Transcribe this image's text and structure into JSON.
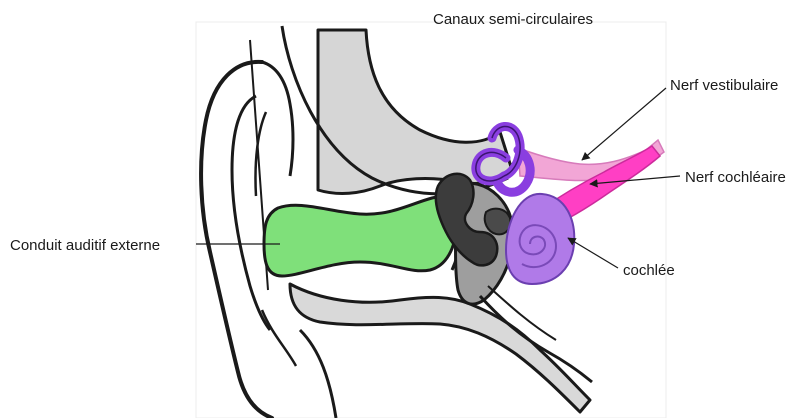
{
  "labels": {
    "canaux_semi_circulaires": "Canaux semi-circulaires",
    "nerf_vestibulaire": "Nerf vestibulaire",
    "nerf_cochleaire": "Nerf cochléaire",
    "conduit_auditif_externe": "Conduit auditif externe",
    "cochlee": "cochlée"
  },
  "colors": {
    "ear_canal": "#7fe07a",
    "semicircular_canals": "#8a3ee0",
    "cochlea": "#b07ae8",
    "vestibular_nerve": "#f2a6d6",
    "cochlear_nerve": "#ff3fc4",
    "ossicles": "#3c3c3c",
    "tissue_grey": "#d6d6d6",
    "outline": "#1a1a1a"
  }
}
